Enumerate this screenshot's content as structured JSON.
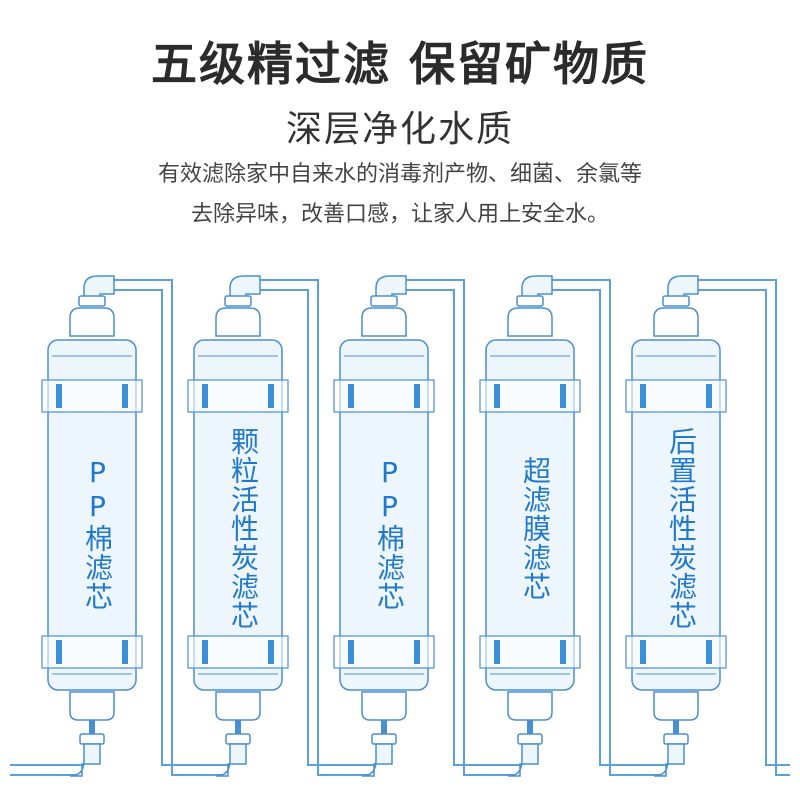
{
  "header": {
    "headline": "五级精过滤 保留矿物质",
    "subtitle": "深层净化水质",
    "description_line1": "有效滤除家中自来水的消毒剂产物、细菌、余氯等",
    "description_line2": "去除异味，改善口感，让家人用上安全水。"
  },
  "filters": [
    {
      "label": "PP棉滤芯"
    },
    {
      "label": "颗粒活性炭滤芯"
    },
    {
      "label": "PP棉滤芯"
    },
    {
      "label": "超滤膜滤芯"
    },
    {
      "label": "后置活性炭滤芯"
    }
  ],
  "colors": {
    "pipe_stroke": "#5aa0dc",
    "cartridge_body": "#eef6fd",
    "cartridge_stroke": "#4a8fd0",
    "clip_accent": "#3a8fd8",
    "label": "#2279c9",
    "headline": "#2b2b2b"
  }
}
